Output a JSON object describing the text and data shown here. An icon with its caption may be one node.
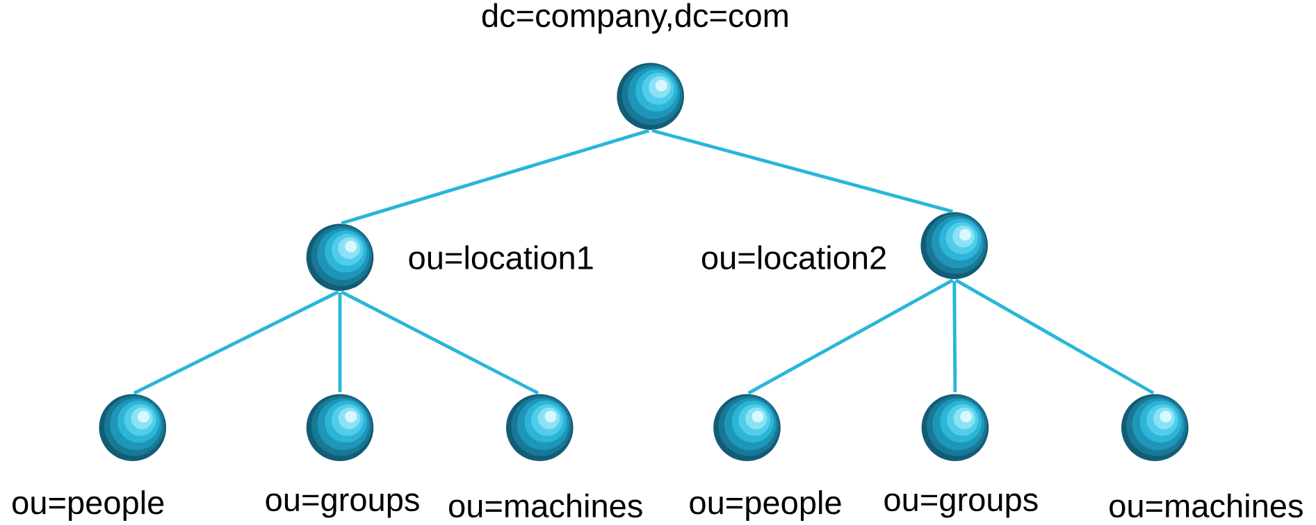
{
  "diagram": {
    "nodes": [
      {
        "text": [
          "dc=company,dc=com"
        ]
      },
      {
        "text": [
          "ou=location1"
        ]
      },
      {
        "text": [
          "ou=location2"
        ]
      },
      {
        "text": [
          "ou=people"
        ]
      },
      {
        "text": [
          "ou=groups"
        ]
      },
      {
        "text": [
          "ou=machines"
        ]
      },
      {
        "text": [
          "ou=people"
        ]
      },
      {
        "text": [
          "ou=groups"
        ]
      },
      {
        "text": [
          "ou=machines"
        ]
      }
    ],
    "edges": [
      {
        "from": 0,
        "to": 1,
        "arrow": "none"
      },
      {
        "from": 0,
        "to": 2,
        "arrow": "none"
      },
      {
        "from": 1,
        "to": 3,
        "arrow": "none"
      },
      {
        "from": 1,
        "to": 4,
        "arrow": "none"
      },
      {
        "from": 1,
        "to": 5,
        "arrow": "none"
      },
      {
        "from": 2,
        "to": 6,
        "arrow": "none"
      },
      {
        "from": 2,
        "to": 7,
        "arrow": "none"
      },
      {
        "from": 2,
        "to": 8,
        "arrow": "none"
      }
    ]
  }
}
